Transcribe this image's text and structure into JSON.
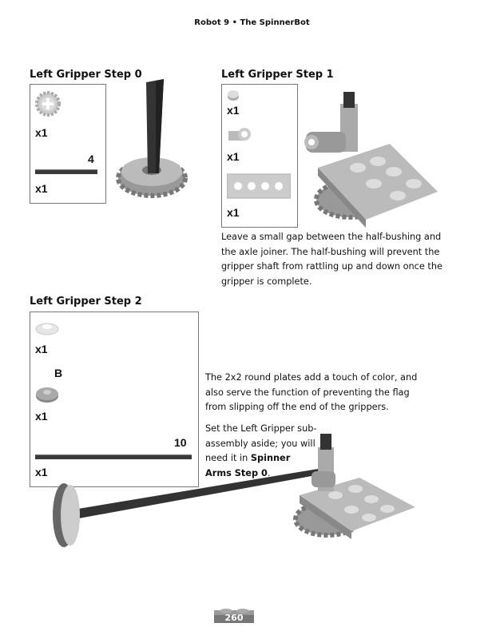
{
  "header": "Robot 9 • The SpinnerBot",
  "step0": {
    "title": "Left Gripper Step 0",
    "parts": [
      {
        "qty": "x1"
      },
      {
        "length": "4",
        "qty": "x1"
      }
    ]
  },
  "step1": {
    "title": "Left Gripper Step 1",
    "parts": [
      {
        "qty": "x1"
      },
      {
        "qty": "x1"
      },
      {
        "qty": "x1"
      }
    ],
    "note": "Leave a small gap between the half-bushing and the axle joiner. The half-bushing will prevent the gripper shaft from rattling up and down once the gripper is complete."
  },
  "step2": {
    "title": "Left Gripper Step 2",
    "parts": [
      {
        "qty": "x1"
      },
      {
        "label": "B",
        "qty": "x1"
      },
      {
        "length": "10",
        "qty": "x1"
      }
    ],
    "note1": "The 2x2 round plates add a touch of color, and also serve the function of preventing the flag from slipping off the end of the grippers.",
    "note2_pre": "Set the Left Gripper sub-assembly aside; you will need it in ",
    "note2_bold": "Spinner Arms Step 0",
    "note2_post": "."
  },
  "page_number": "260"
}
